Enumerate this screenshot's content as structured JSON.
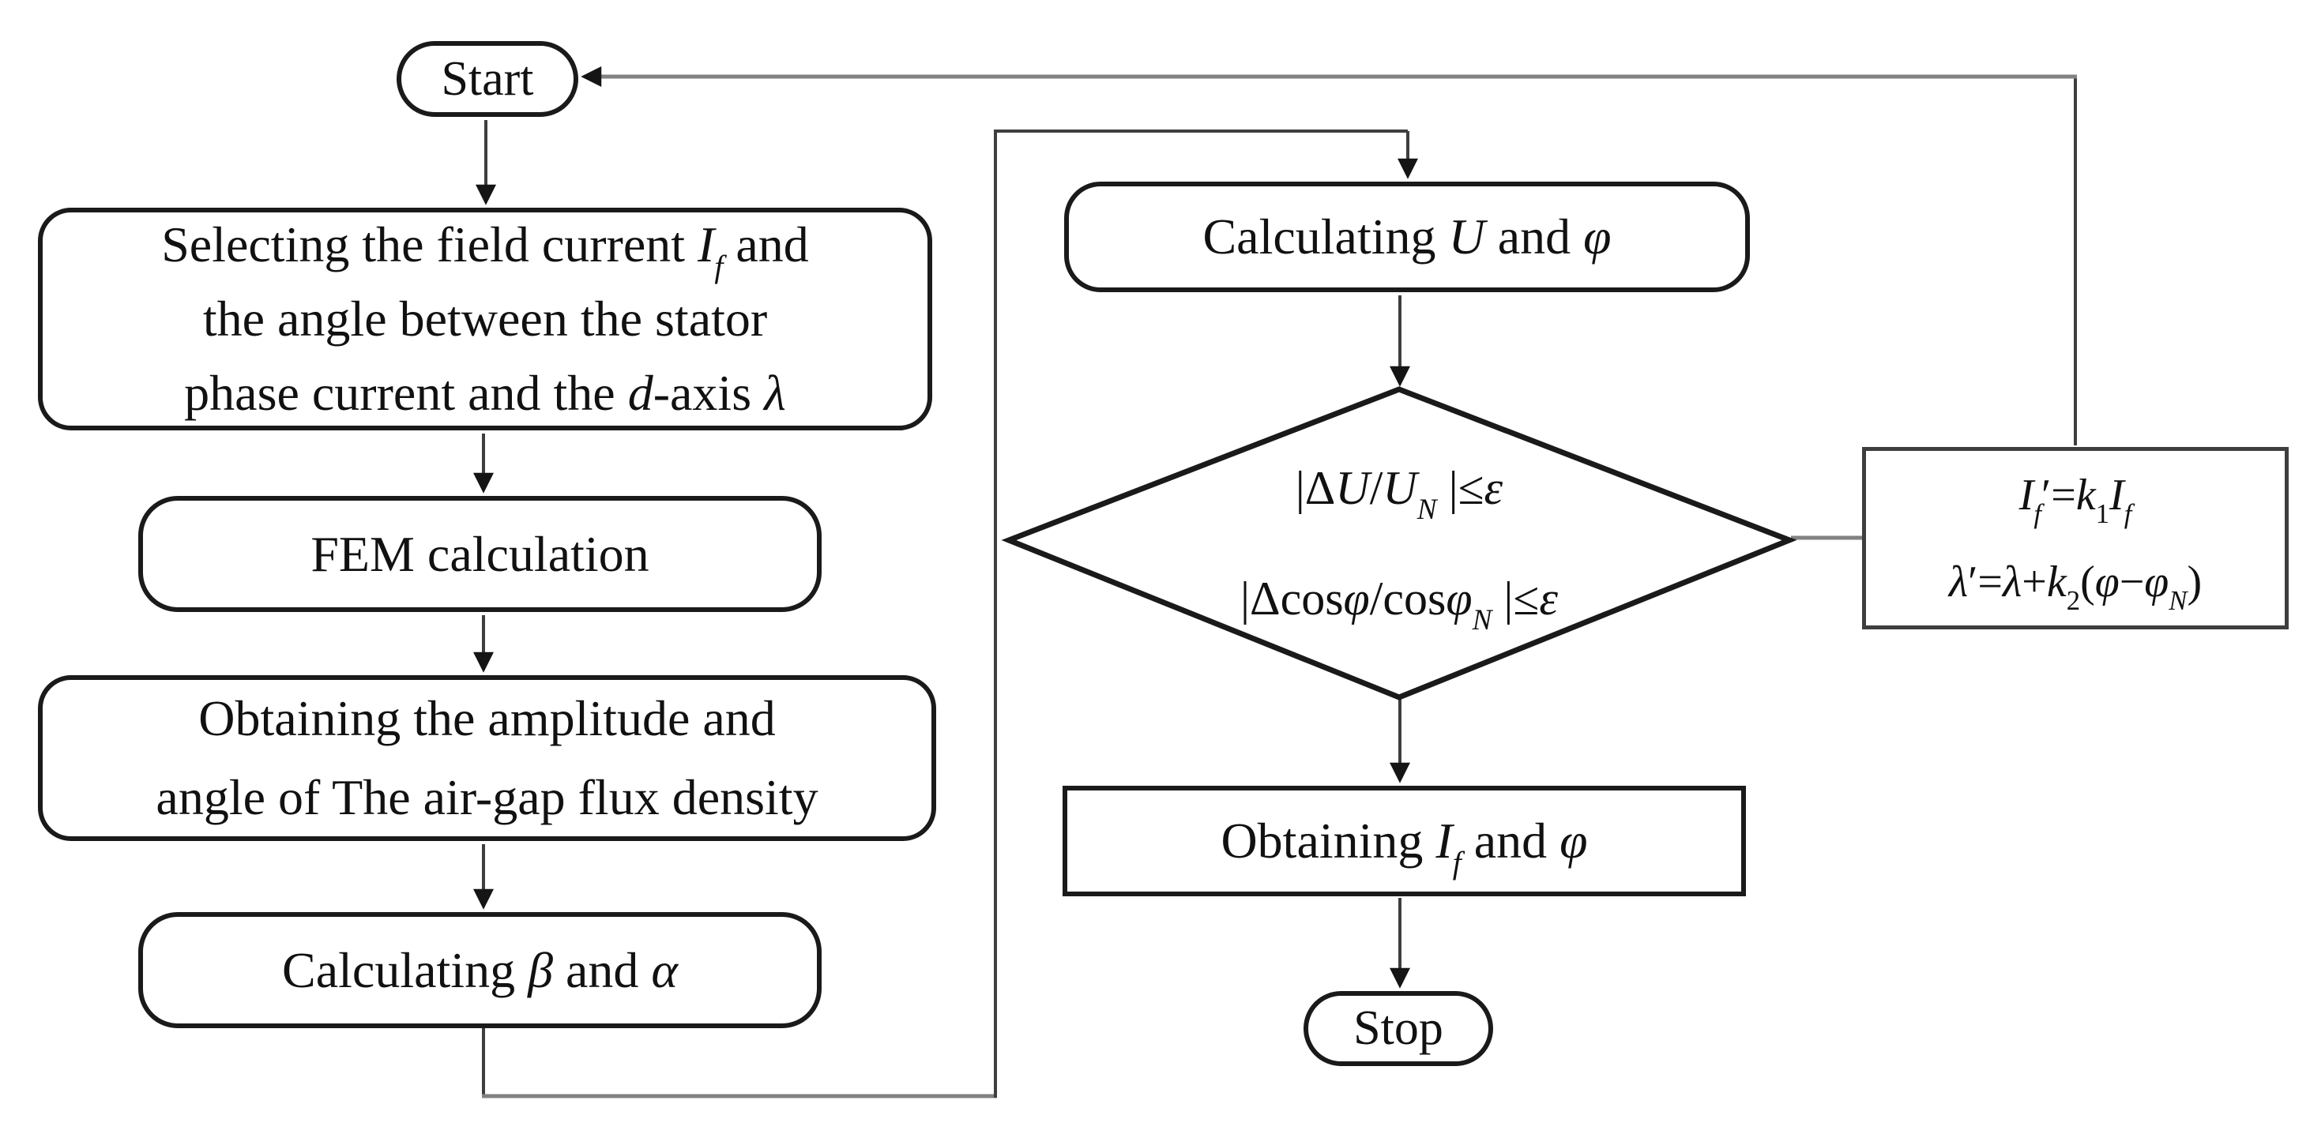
{
  "colors": {
    "ink": "#111111",
    "border": "#1a1a1a",
    "line_dark": "#3e3e3e",
    "line_gray": "#828282",
    "background": "#ffffff"
  },
  "nodes": {
    "start": {
      "shape": "stadium",
      "lines": [
        [
          {
            "t": "Start"
          }
        ]
      ]
    },
    "select": {
      "shape": "rounded-rect",
      "lines": [
        [
          {
            "t": "Selecting the field current "
          },
          {
            "t": "I",
            "s": "i"
          },
          {
            "t": "f",
            "s": "subi"
          },
          {
            "t": " and"
          }
        ],
        [
          {
            "t": "the angle between the stator"
          }
        ],
        [
          {
            "t": "phase current and the "
          },
          {
            "t": "d",
            "s": "i"
          },
          {
            "t": "-axis "
          },
          {
            "t": "λ",
            "s": "i"
          }
        ]
      ]
    },
    "fem": {
      "shape": "rounded-rect",
      "lines": [
        [
          {
            "t": "FEM calculation"
          }
        ]
      ]
    },
    "airgap": {
      "shape": "rounded-rect",
      "lines": [
        [
          {
            "t": "Obtaining the amplitude and"
          }
        ],
        [
          {
            "t": "angle of The air-gap flux density"
          }
        ]
      ]
    },
    "beta_alpha": {
      "shape": "rounded-rect",
      "lines": [
        [
          {
            "t": "Calculating "
          },
          {
            "t": "β",
            "s": "i"
          },
          {
            "t": " and "
          },
          {
            "t": "α",
            "s": "i"
          }
        ]
      ]
    },
    "calc_u_phi": {
      "shape": "rounded-rect",
      "lines": [
        [
          {
            "t": "Calculating "
          },
          {
            "t": "U",
            "s": "i"
          },
          {
            "t": " and "
          },
          {
            "t": "φ",
            "s": "i"
          }
        ]
      ]
    },
    "decision": {
      "shape": "diamond",
      "lines": [
        [
          {
            "t": "|Δ"
          },
          {
            "t": "U",
            "s": "i"
          },
          {
            "t": "/"
          },
          {
            "t": "U",
            "s": "i"
          },
          {
            "t": "N",
            "s": "subi"
          },
          {
            "t": " |≤"
          },
          {
            "t": "ε",
            "s": "i"
          }
        ],
        [
          {
            "t": "|Δcos"
          },
          {
            "t": "φ",
            "s": "i"
          },
          {
            "t": "/cos"
          },
          {
            "t": "φ",
            "s": "i"
          },
          {
            "t": "N",
            "s": "subi"
          },
          {
            "t": " |≤"
          },
          {
            "t": "ε",
            "s": "i"
          }
        ]
      ]
    },
    "obtain": {
      "shape": "rect",
      "lines": [
        [
          {
            "t": "Obtaining "
          },
          {
            "t": "I",
            "s": "i"
          },
          {
            "t": "f",
            "s": "subi"
          },
          {
            "t": " and "
          },
          {
            "t": "φ",
            "s": "i"
          }
        ]
      ]
    },
    "stop": {
      "shape": "stadium",
      "lines": [
        [
          {
            "t": "Stop"
          }
        ]
      ]
    },
    "update": {
      "shape": "rect",
      "lines": [
        [
          {
            "t": "I",
            "s": "i"
          },
          {
            "t": "f",
            "s": "subi"
          },
          {
            "t": "′="
          },
          {
            "t": "k",
            "s": "i"
          },
          {
            "t": "1",
            "s": "sub"
          },
          {
            "t": "I",
            "s": "i"
          },
          {
            "t": "f",
            "s": "subi"
          }
        ],
        [
          {
            "t": "λ",
            "s": "i"
          },
          {
            "t": "′="
          },
          {
            "t": "λ",
            "s": "i"
          },
          {
            "t": "+"
          },
          {
            "t": "k",
            "s": "i"
          },
          {
            "t": "2",
            "s": "sub"
          },
          {
            "t": "("
          },
          {
            "t": "φ",
            "s": "i"
          },
          {
            "t": "−"
          },
          {
            "t": "φ",
            "s": "i"
          },
          {
            "t": "N",
            "s": "subi"
          },
          {
            "t": ")"
          }
        ]
      ]
    }
  },
  "edges": [
    {
      "from": "start",
      "to": "select"
    },
    {
      "from": "select",
      "to": "fem"
    },
    {
      "from": "fem",
      "to": "airgap"
    },
    {
      "from": "airgap",
      "to": "beta_alpha"
    },
    {
      "from": "beta_alpha",
      "to": "calc_u_phi"
    },
    {
      "from": "calc_u_phi",
      "to": "decision"
    },
    {
      "from": "decision",
      "to": "obtain"
    },
    {
      "from": "obtain",
      "to": "stop"
    },
    {
      "from": "decision",
      "to": "update"
    },
    {
      "from": "update",
      "to": "start"
    }
  ]
}
